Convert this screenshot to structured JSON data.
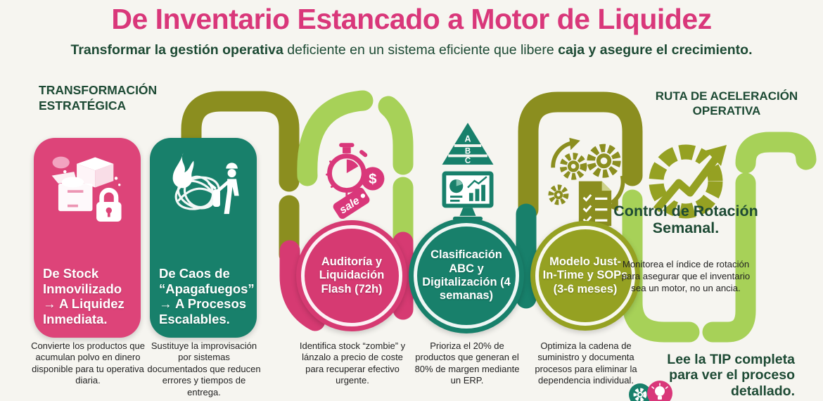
{
  "palette": {
    "background": "#f6f5f0",
    "pink": "#d9377a",
    "pink_card": "#dd4479",
    "pink_circle": "#d63a72",
    "teal": "#18806b",
    "olive": "#8b8e1f",
    "olive_circle": "#95a122",
    "light_green": "#a7d158",
    "heading_green": "#1d4a34",
    "text_dark": "#222222"
  },
  "header": {
    "title": "De Inventario Estancado a Motor de Liquidez",
    "subtitle_bold_start": "Transformar la gestión operativa",
    "subtitle_middle": " deficiente en un sistema eficiente que libere ",
    "subtitle_bold_end": "caja y asegure el crecimiento."
  },
  "left_section": {
    "heading": "TRANSFORMACIÓN ESTRATÉGICA"
  },
  "cards": [
    {
      "title": "De Stock Inmovilizado → A Liquidez Inmediata.",
      "caption": "Convierte los productos que acumulan polvo en dinero disponible para tu operativa diaria.",
      "icon": "boxes-lock-icon"
    },
    {
      "title": "De Caos de “Apagafuegos” → A Procesos Escalables.",
      "caption": "Sustituye la improvisación por sistemas documentados que reducen errores y tiempos de entrega.",
      "icon": "fire-chaos-icon"
    }
  ],
  "steps": [
    {
      "label": "Auditoría y Liquidación Flash (72h)",
      "caption": "Identifica stock “zombie” y lánzalo a precio de coste para recuperar efectivo urgente.",
      "icon": "stopwatch-sale-icon"
    },
    {
      "label": "Clasificación ABC y Digitalización (4 semanas)",
      "caption": "Prioriza el 20% de productos que generan el 80% de margen mediante un ERP.",
      "icon": "abc-pyramid-monitor-icon"
    },
    {
      "label": "Modelo Just-In-Time y SOPs (3-6 meses)",
      "caption": "Optimiza la cadena de suministro y documenta procesos para eliminar la dependencia individual.",
      "icon": "gears-checklist-icon"
    }
  ],
  "right_section": {
    "heading": "RUTA DE ACELERACIÓN OPERATIVA",
    "icon": "rotation-growth-icon",
    "subheading": "Control de Rotación Semanal.",
    "body": "Monitorea el índice de rotación para asegurar que el inventario sea un motor, no un ancia.",
    "footer": "Lee la TIP completa para ver el proceso detallado."
  },
  "icon_labels": {
    "pyramid_letters": [
      "A",
      "B",
      "C"
    ],
    "coin_symbol": "$",
    "sale_tag": "sale"
  }
}
